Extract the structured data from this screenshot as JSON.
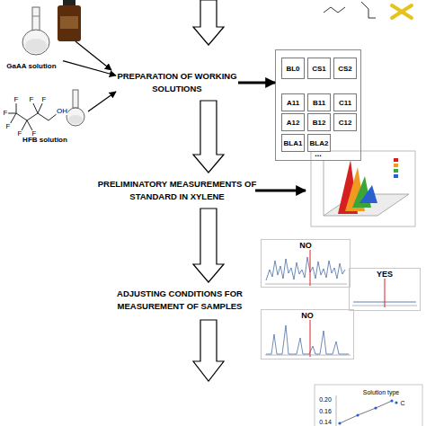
{
  "diagram": {
    "nodes": [
      {
        "text": [
          "GaAA solution"
        ]
      },
      {
        "text": [
          "HFB solution"
        ]
      },
      {
        "text": [
          "PREPARATION OF WORKING SOLUTIONS"
        ]
      },
      {
        "text": [
          "..."
        ]
      },
      {
        "text": [
          "BL0"
        ],
        "in": 3
      },
      {
        "text": [
          "CS1"
        ],
        "in": 3
      },
      {
        "text": [
          "CS2"
        ],
        "in": 3
      },
      {
        "text": [
          "A11"
        ],
        "in": 3
      },
      {
        "text": [
          "B11"
        ],
        "in": 3
      },
      {
        "text": [
          "C11"
        ],
        "in": 3
      },
      {
        "text": [
          "A12"
        ],
        "in": 3
      },
      {
        "text": [
          "B12"
        ],
        "in": 3
      },
      {
        "text": [
          "C12"
        ],
        "in": 3
      },
      {
        "text": [
          "BLA1"
        ],
        "in": 3
      },
      {
        "text": [
          "BLA2"
        ],
        "in": 3
      },
      {
        "text": [
          "PRELIMINATORY MEASUREMENTS OF STANDARD IN XYLENE"
        ]
      },
      {
        "text": [
          "ADJUSTING CONDITIONS FOR MEASUREMENT OF SAMPLES"
        ]
      },
      {
        "text": [
          "NO"
        ]
      },
      {
        "text": [
          "YES"
        ]
      },
      {
        "text": [
          "NO"
        ]
      }
    ],
    "edges": [
      {
        "from": 0,
        "to": 2,
        "arrow": "to"
      },
      {
        "from": 1,
        "to": 2,
        "arrow": "to"
      },
      {
        "from": 2,
        "to": 3,
        "arrow": "to"
      },
      {
        "from": 2,
        "to": 15,
        "arrow": "to"
      },
      {
        "from": 15,
        "to": 16,
        "arrow": "to"
      }
    ],
    "labels": [
      "F",
      "F",
      "F",
      "F",
      "F",
      "F",
      "F",
      "OH",
      "Solution type",
      "C",
      "0.20",
      "0.16",
      "0.14"
    ]
  }
}
